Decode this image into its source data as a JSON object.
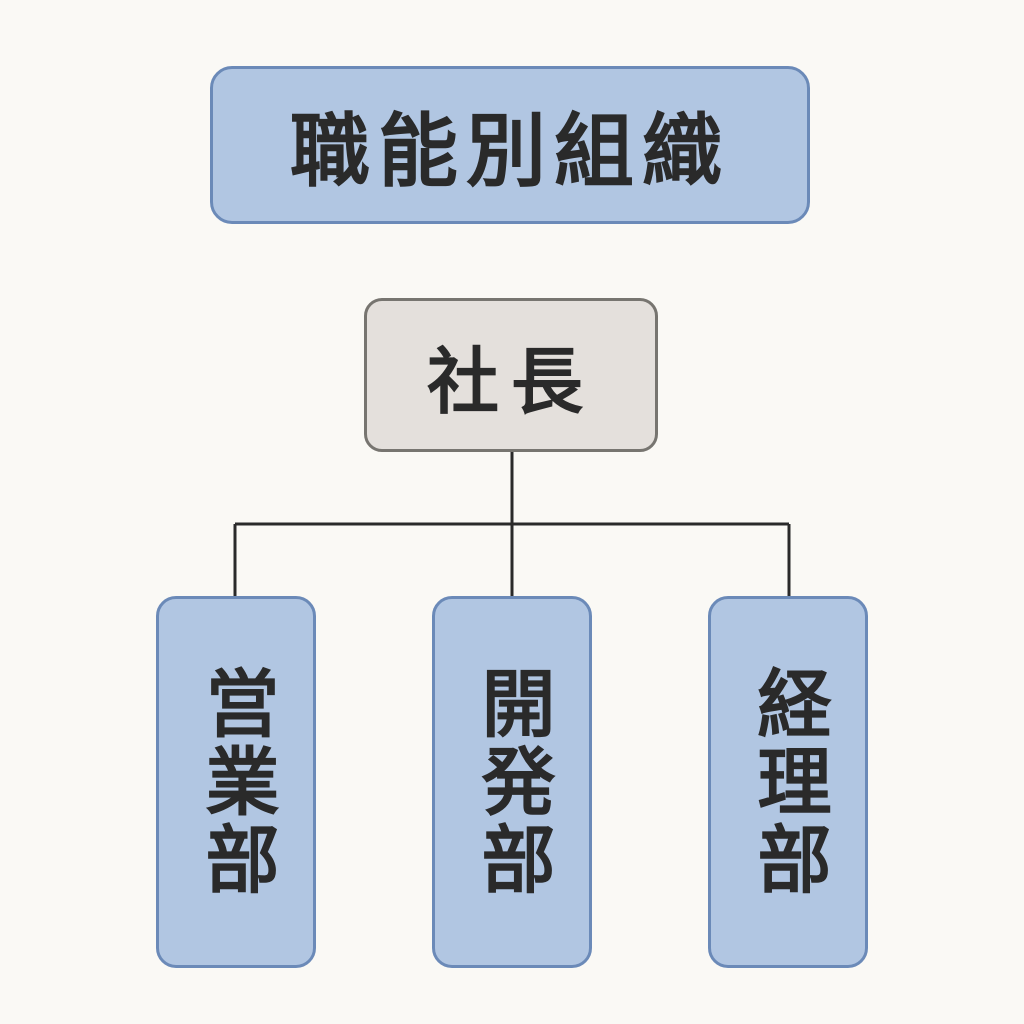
{
  "title": "職能別組織",
  "root": {
    "label": "社長"
  },
  "departments": [
    {
      "label": "営業部"
    },
    {
      "label": "開発部"
    },
    {
      "label": "経理部"
    }
  ],
  "colors": {
    "background": "#faf9f5",
    "title_fill": "#b1c6e2",
    "title_border": "#6b8ab8",
    "root_fill": "#e4e0dc",
    "root_border": "#777570",
    "dept_fill": "#b1c6e2",
    "dept_border": "#6b8ab8",
    "connector": "#2a2a2a",
    "text": "#2a2a2a"
  }
}
